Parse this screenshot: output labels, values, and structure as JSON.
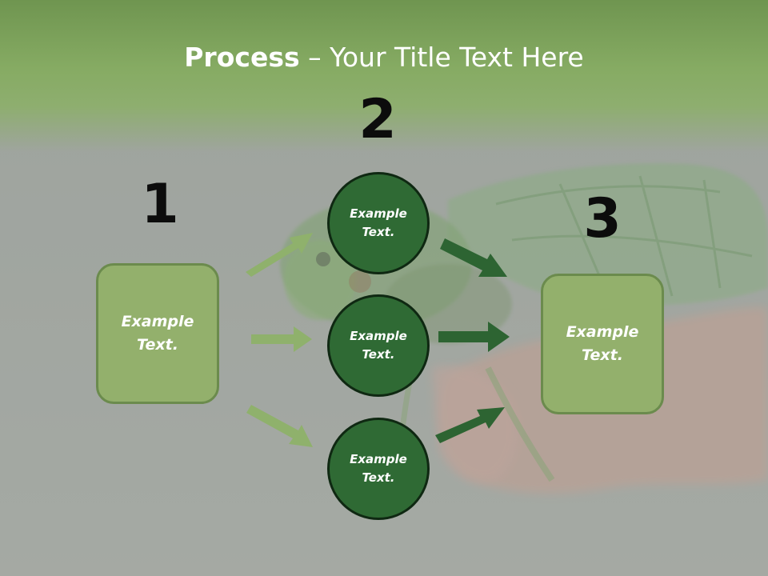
{
  "slide": {
    "title_bold": "Process",
    "title_rest": " – Your Title Text Here"
  },
  "steps": {
    "number_1": "1",
    "number_2": "2",
    "number_3": "3"
  },
  "nodes": {
    "start_box": {
      "line1": "Example",
      "line2": "Text."
    },
    "circle_top": {
      "line1": "Example",
      "line2": "Text."
    },
    "circle_middle": {
      "line1": "Example",
      "line2": "Text."
    },
    "circle_bottom": {
      "line1": "Example",
      "line2": "Text."
    },
    "end_box": {
      "line1": "Example",
      "line2": "Text."
    }
  },
  "colors": {
    "header_green": "#86ab63",
    "light_green_box": "#93b06c",
    "light_arrow": "#8fb16c",
    "dark_green_circle": "#2f6a34",
    "dark_arrow": "#2d6432"
  }
}
